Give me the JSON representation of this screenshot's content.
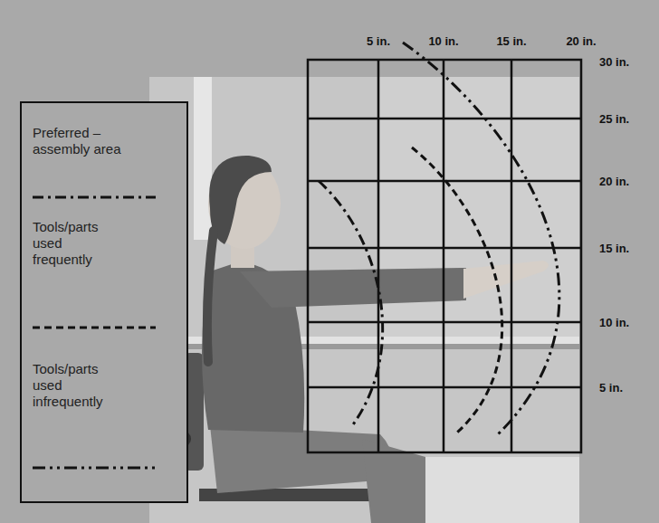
{
  "diagram": {
    "labels": [
      "5 in.",
      "10 in.",
      "15 in.",
      "20 in.",
      "30 in.",
      "25 in.",
      "20 in.",
      "15 in.",
      "10 in.",
      "5 in."
    ],
    "legend": [
      {
        "text": "Preferred – assembly area"
      },
      {
        "text": "Tools/parts used frequently"
      },
      {
        "text": "Tools/parts used infrequently"
      }
    ]
  }
}
